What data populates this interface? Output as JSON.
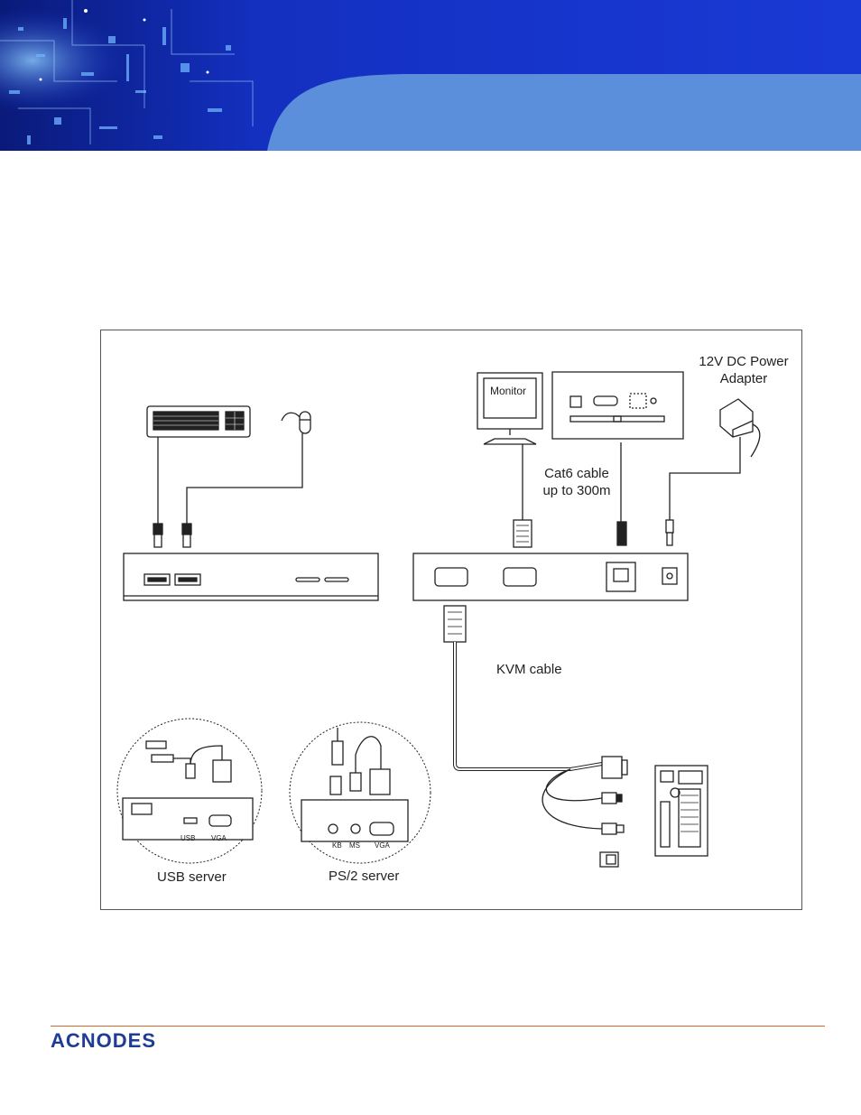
{
  "labels": {
    "monitor": "Monitor",
    "power_adapter_line1": "12V DC Power",
    "power_adapter_line2": "Adapter",
    "cat6_line1": "Cat6 cable",
    "cat6_line2": "up to 300m",
    "kvm_cable": "KVM cable",
    "usb_server": "USB server",
    "ps2_server": "PS/2 server",
    "usb_port": "USB",
    "vga_port": "VGA",
    "kb_port": "KB",
    "ms_port": "MS",
    "vga_port_ps2": "VGA"
  },
  "brand": {
    "logo_text": "ACNODES",
    "logo_color": "#1e3c96",
    "rule_color": "#d9662a"
  },
  "banner": {
    "primary_color": "#1634c8",
    "accent_color": "#5b8fdc"
  }
}
